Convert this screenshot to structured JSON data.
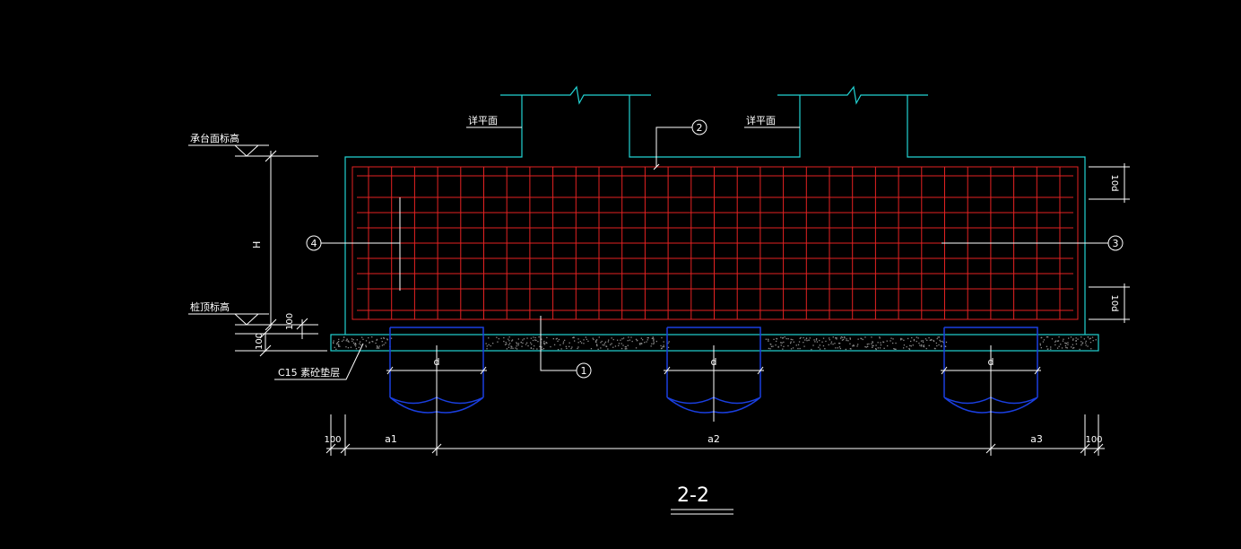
{
  "drawing": {
    "section_title": "2-2",
    "labels": {
      "cap_top_elevation": "承台面标高",
      "pile_top_elevation": "桩顶标高",
      "ground_left": "详平面",
      "ground_right": "详平面",
      "cushion": "C15 素砼垫层",
      "height": "H",
      "pile_dia_1": "d",
      "pile_dia_2": "d",
      "pile_dia_3": "d",
      "cover_top": "10d",
      "cover_bottom": "10d",
      "dim_100_left_v": "100",
      "dim_100_left_v2": "100"
    },
    "bottom_dimensions": [
      "100",
      "a1",
      "a2",
      "a3",
      "100"
    ],
    "callouts": [
      "1",
      "2",
      "3",
      "4"
    ],
    "colors": {
      "background": "#000000",
      "outline": "#22d3d3",
      "rebar": "#e52222",
      "pile": "#1a3fe0",
      "annotation": "#ffffff"
    }
  }
}
